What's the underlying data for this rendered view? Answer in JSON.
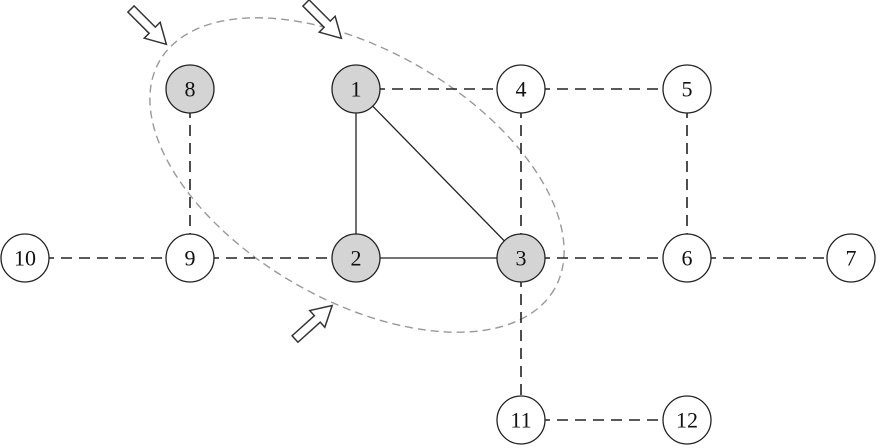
{
  "colors": {
    "shaded_fill": "#d4d4d4",
    "plain_fill": "#ffffff",
    "stroke": "#222222",
    "ellipse": "#999999"
  },
  "nodes": [
    {
      "id": "n1",
      "label": "1",
      "shaded": true
    },
    {
      "id": "n2",
      "label": "2",
      "shaded": true
    },
    {
      "id": "n3",
      "label": "3",
      "shaded": true
    },
    {
      "id": "n4",
      "label": "4",
      "shaded": false
    },
    {
      "id": "n5",
      "label": "5",
      "shaded": false
    },
    {
      "id": "n6",
      "label": "6",
      "shaded": false
    },
    {
      "id": "n7",
      "label": "7",
      "shaded": false
    },
    {
      "id": "n8",
      "label": "8",
      "shaded": true
    },
    {
      "id": "n9",
      "label": "9",
      "shaded": false
    },
    {
      "id": "n10",
      "label": "10",
      "shaded": false
    },
    {
      "id": "n11",
      "label": "11",
      "shaded": false
    },
    {
      "id": "n12",
      "label": "12",
      "shaded": false
    }
  ],
  "edges": [
    {
      "from": "1",
      "to": "2",
      "style": "solid"
    },
    {
      "from": "1",
      "to": "3",
      "style": "solid"
    },
    {
      "from": "2",
      "to": "3",
      "style": "solid"
    },
    {
      "from": "1",
      "to": "4",
      "style": "dashed"
    },
    {
      "from": "4",
      "to": "5",
      "style": "dashed"
    },
    {
      "from": "4",
      "to": "3",
      "style": "dashed"
    },
    {
      "from": "5",
      "to": "6",
      "style": "dashed"
    },
    {
      "from": "3",
      "to": "6",
      "style": "dashed"
    },
    {
      "from": "6",
      "to": "7",
      "style": "dashed"
    },
    {
      "from": "8",
      "to": "9",
      "style": "dashed"
    },
    {
      "from": "10",
      "to": "9",
      "style": "dashed"
    },
    {
      "from": "9",
      "to": "2",
      "style": "dashed"
    },
    {
      "from": "3",
      "to": "11",
      "style": "dashed"
    },
    {
      "from": "11",
      "to": "12",
      "style": "dashed"
    }
  ],
  "arrows": [
    {
      "target": "8"
    },
    {
      "target": "1"
    },
    {
      "target": "2"
    }
  ]
}
